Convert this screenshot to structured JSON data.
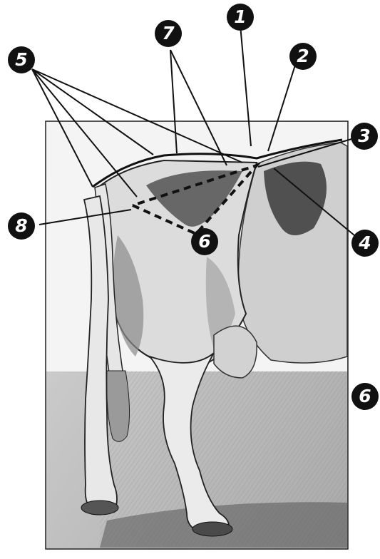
{
  "figure": {
    "callouts": [
      {
        "id": "1",
        "label": "1"
      },
      {
        "id": "2",
        "label": "2"
      },
      {
        "id": "3",
        "label": "3"
      },
      {
        "id": "4",
        "label": "4"
      },
      {
        "id": "5",
        "label": "5"
      },
      {
        "id": "6",
        "label": "6"
      },
      {
        "id": "7",
        "label": "7"
      },
      {
        "id": "8",
        "label": "8"
      },
      {
        "id": "6b",
        "label": "6"
      }
    ]
  },
  "colors": {
    "ink": "#111111",
    "panel_shade": "#bdbdbd",
    "background": "#ffffff"
  }
}
